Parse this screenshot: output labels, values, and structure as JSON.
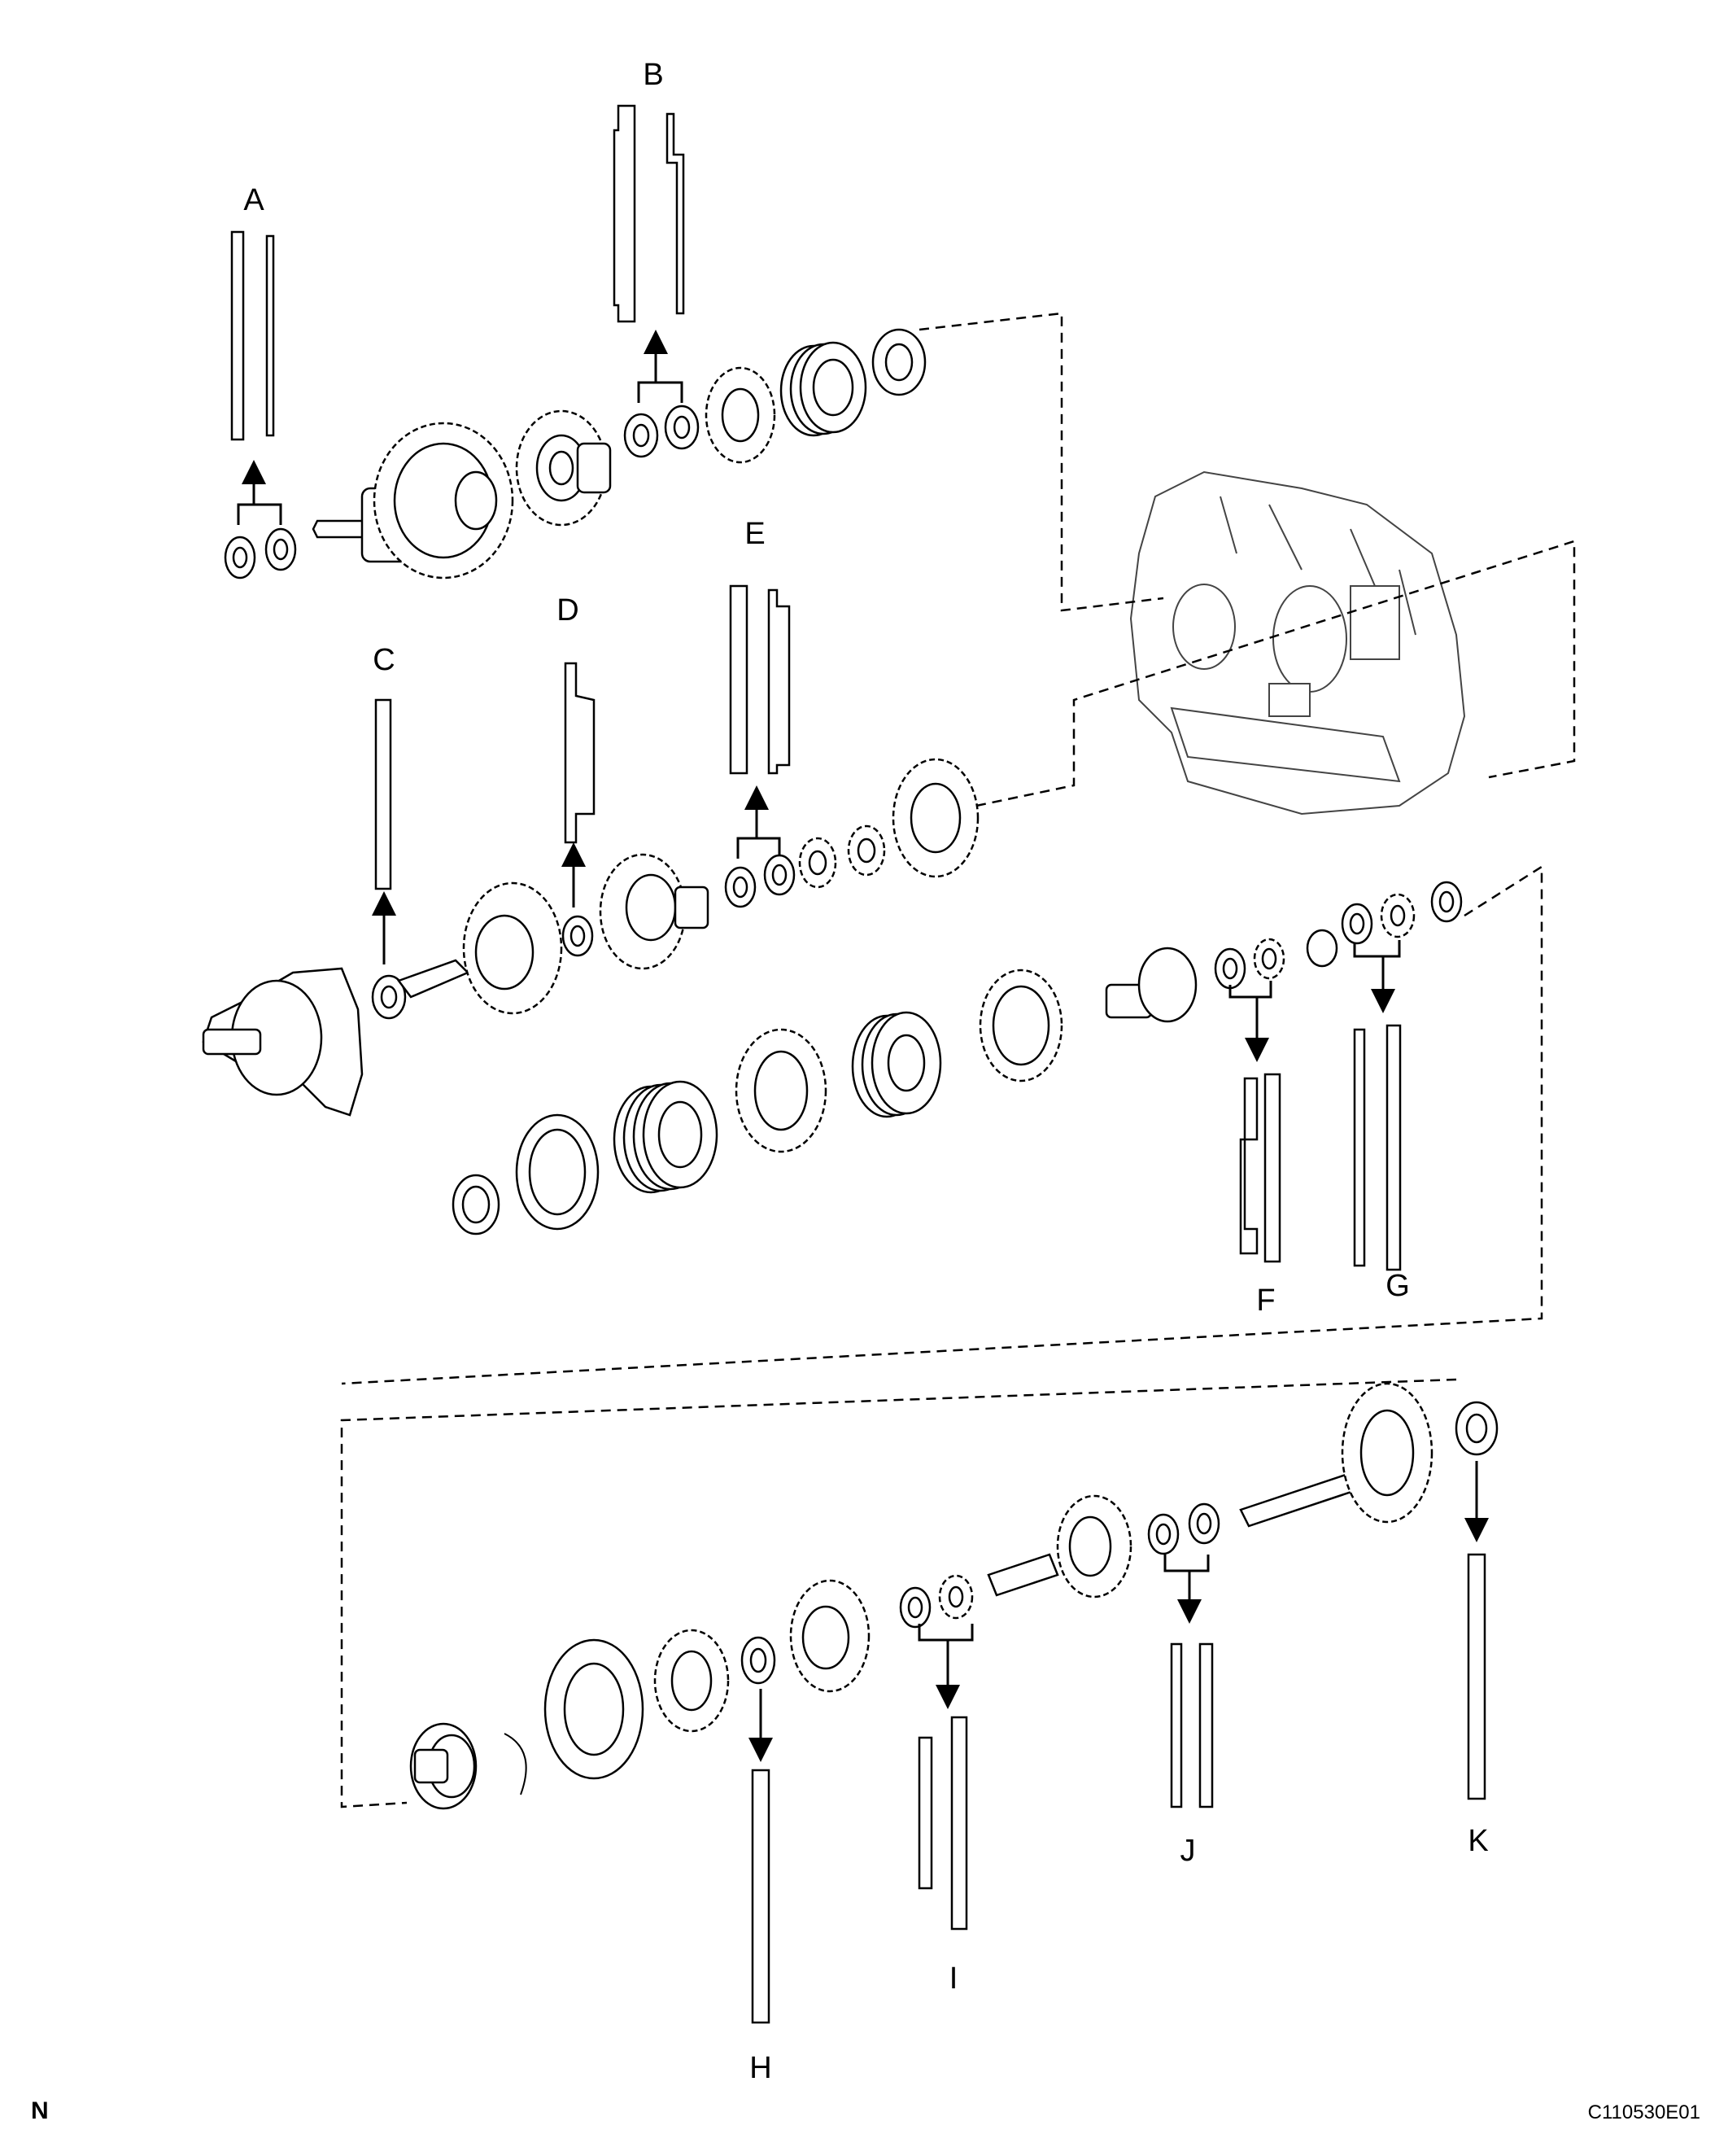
{
  "labels": {
    "A": "A",
    "B": "B",
    "C": "C",
    "D": "D",
    "E": "E",
    "F": "F",
    "G": "G",
    "H": "H",
    "I": "I",
    "J": "J",
    "K": "K"
  },
  "footer": {
    "north": "N",
    "figure_code": "C110530E01"
  }
}
